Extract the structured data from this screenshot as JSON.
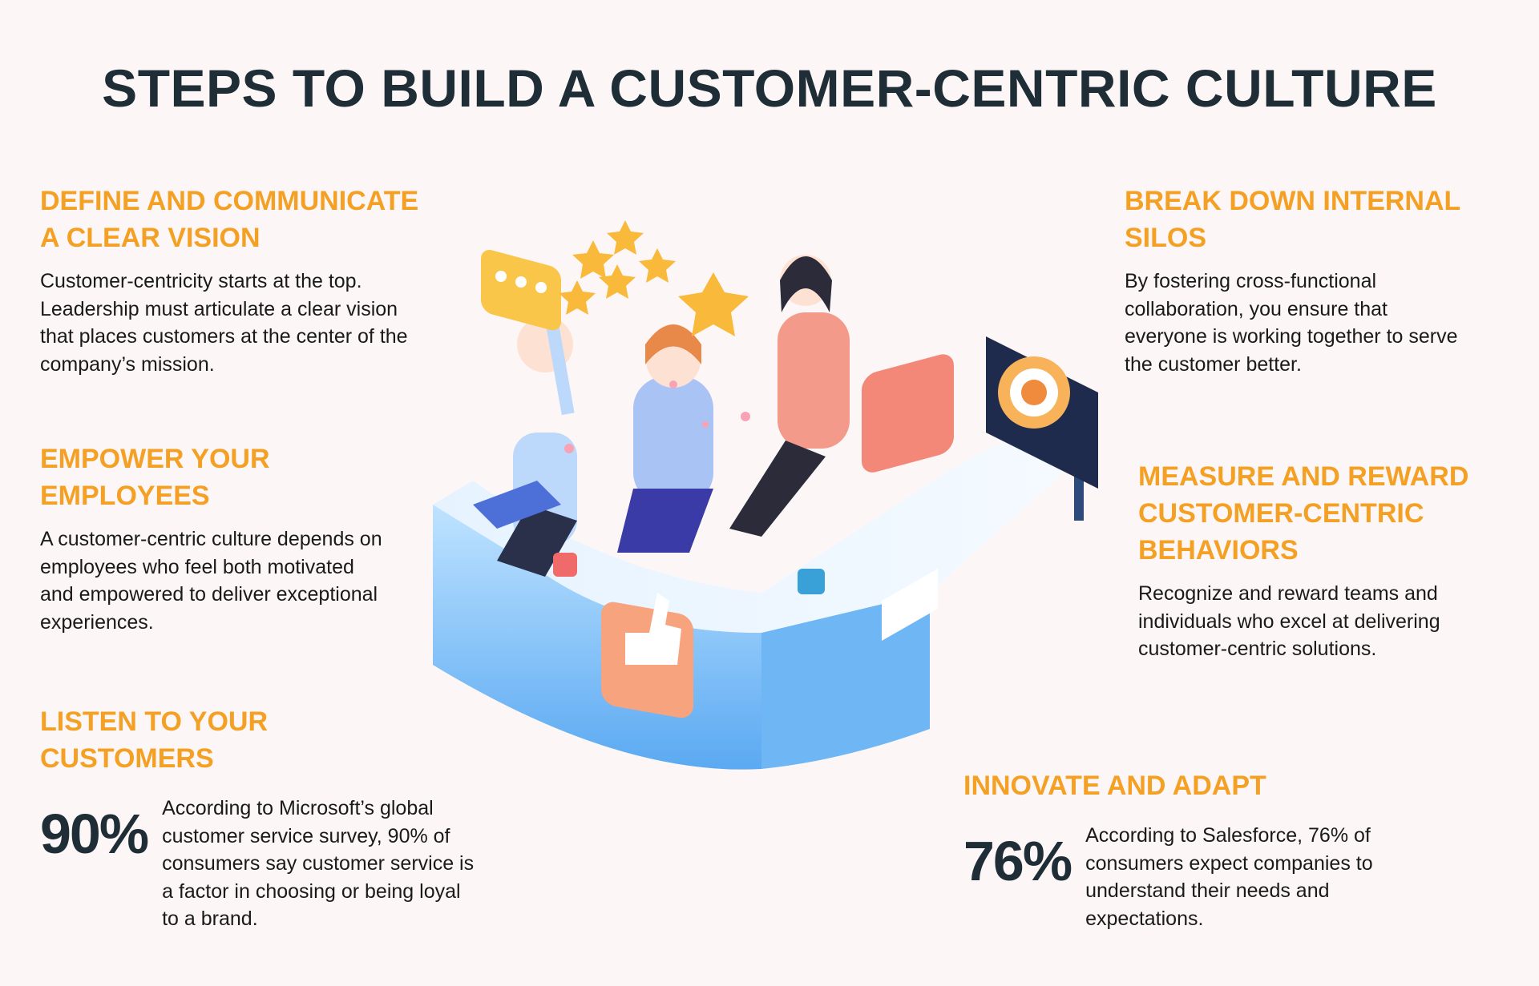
{
  "title": "STEPS TO BUILD A CUSTOMER-CENTRIC CULTURE",
  "sections": [
    {
      "heading_lines": [
        "DEFINE AND COMMUNICATE",
        "A CLEAR VISION"
      ],
      "body_lines": [
        "Customer-centricity starts at the top.",
        "Leadership must articulate a clear vision",
        "that places customers at the center of the",
        "company’s mission."
      ]
    },
    {
      "heading_lines": [
        "EMPOWER YOUR",
        "EMPLOYEES"
      ],
      "body_lines": [
        "A customer-centric culture depends on",
        "employees who feel both motivated",
        "and empowered to deliver exceptional",
        "experiences."
      ]
    },
    {
      "heading_lines": [
        "LISTEN TO YOUR",
        "CUSTOMERS"
      ],
      "stat": "90%",
      "body_lines": [
        "According to Microsoft’s global",
        "customer service survey, 90% of",
        "consumers say customer service is",
        "a factor in choosing or being loyal",
        "to a brand."
      ]
    },
    {
      "heading_lines": [
        "BREAK DOWN INTERNAL",
        "SILOS"
      ],
      "body_lines": [
        "By fostering cross-functional",
        "collaboration, you ensure that",
        "everyone is working together to serve",
        "the customer better."
      ]
    },
    {
      "heading_lines": [
        "MEASURE AND REWARD",
        "CUSTOMER-CENTRIC",
        "BEHAVIORS"
      ],
      "body_lines": [
        "Recognize and reward teams and",
        "individuals who excel at delivering",
        "customer-centric solutions."
      ]
    },
    {
      "heading_lines": [
        "INNOVATE AND ADAPT"
      ],
      "stat": "76%",
      "body_lines": [
        "According to Salesforce, 76% of",
        "consumers expect companies to",
        "understand their needs and",
        "expectations."
      ]
    }
  ],
  "colors": {
    "accent": "#f4a024",
    "title": "#1f2d36",
    "background": "#fcf7f6"
  }
}
